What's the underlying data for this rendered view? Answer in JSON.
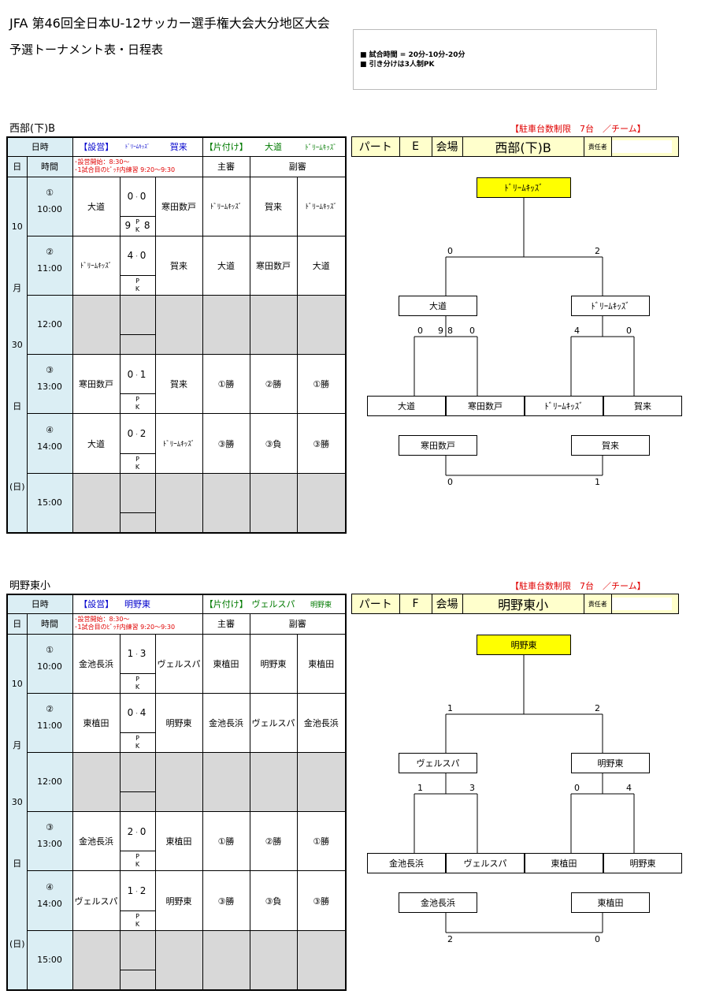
{
  "header": {
    "title": "JFA 第46回全日本U-12サッカー選手権大会大分地区大会",
    "subtitle": "予選トーナメント表・日程表",
    "notes": [
      "■ 試合時間 = 20分-10分-20分",
      "■ 引き分けは3人制PK"
    ]
  },
  "venues": [
    {
      "name": "西部(下)B",
      "parking": "【駐車台数制限　7台　／チーム】",
      "head": {
        "date_label": "日時",
        "setup_label": "【設営】",
        "setup_team": "ﾄﾞﾘｰﾑｷｯｽﾞ",
        "setup_team2": "賀来",
        "cleanup_label": "【片付け】",
        "cleanup_team": "大道",
        "cleanup_team2": "ﾄﾞﾘｰﾑｷｯｽﾞ",
        "day_label": "日",
        "time_label": "時間",
        "notes1": "･設営開始：8:30～",
        "notes2": "･1試合目のﾋﾟｯﾁ内練習 9:20～9:30",
        "referee_label": "主審",
        "assistant_label": "副審"
      },
      "date_col": [
        "10",
        "月",
        "30",
        "日",
        "(日)"
      ],
      "rows": [
        {
          "no": "①",
          "time": "10:00",
          "home": "大道",
          "s1": "0",
          "s2": "0",
          "pk1": "9",
          "pk2": "8",
          "away": "寒田数戸",
          "ref": "ﾄﾞﾘｰﾑｷｯｽﾞ",
          "a1": "賀来",
          "a2": "ﾄﾞﾘｰﾑｷｯｽﾞ"
        },
        {
          "no": "②",
          "time": "11:00",
          "home": "ﾄﾞﾘｰﾑｷｯｽﾞ",
          "s1": "4",
          "s2": "0",
          "pk1": "",
          "pk2": "",
          "away": "賀来",
          "ref": "大道",
          "a1": "寒田数戸",
          "a2": "大道"
        },
        {
          "no": "",
          "time": "12:00",
          "break": true
        },
        {
          "no": "③",
          "time": "13:00",
          "home": "寒田数戸",
          "s1": "0",
          "s2": "1",
          "pk1": "",
          "pk2": "",
          "away": "賀来",
          "ref": "①勝",
          "a1": "②勝",
          "a2": "①勝"
        },
        {
          "no": "④",
          "time": "14:00",
          "home": "大道",
          "s1": "0",
          "s2": "2",
          "pk1": "",
          "pk2": "",
          "away": "ﾄﾞﾘｰﾑｷｯｽﾞ",
          "ref": "③勝",
          "a1": "③負",
          "a2": "③勝"
        },
        {
          "no": "",
          "time": "15:00",
          "break": true
        }
      ],
      "info": {
        "part_label": "パート",
        "part": "E",
        "venue_label": "会場",
        "venue": "西部(下)B",
        "resp_label": "責任者",
        "resp": ""
      },
      "bracket": {
        "winner": "ﾄﾞﾘｰﾑｷｯｽﾞ",
        "final_scores": [
          "0",
          "2"
        ],
        "semis": [
          "大道",
          "ﾄﾞﾘｰﾑｷｯｽﾞ"
        ],
        "semi_scores": [
          "0",
          "9",
          "8",
          "0",
          "4",
          "0"
        ],
        "teams": [
          "大道",
          "寒田数戸",
          "ﾄﾞﾘｰﾑｷｯｽﾞ",
          "賀来"
        ],
        "third": [
          "寒田数戸",
          "賀来"
        ],
        "third_scores": [
          "0",
          "1"
        ]
      }
    },
    {
      "name": "明野東小",
      "parking": "【駐車台数制限　7台　／チーム】",
      "head": {
        "date_label": "日時",
        "setup_label": "【設営】",
        "setup_team": "明野東",
        "setup_team2": "",
        "cleanup_label": "【片付け】",
        "cleanup_team": "ヴェルスパ",
        "cleanup_team2": "明野東",
        "day_label": "日",
        "time_label": "時間",
        "notes1": "･設営開始：8:30～",
        "notes2": "･1試合目のﾋﾟｯﾁ内練習 9:20～9:30",
        "referee_label": "主審",
        "assistant_label": "副審"
      },
      "date_col": [
        "10",
        "月",
        "30",
        "日",
        "(日)"
      ],
      "rows": [
        {
          "no": "①",
          "time": "10:00",
          "home": "金池長浜",
          "s1": "1",
          "s2": "3",
          "pk1": "",
          "pk2": "",
          "away": "ヴェルスパ",
          "ref": "東植田",
          "a1": "明野東",
          "a2": "東植田"
        },
        {
          "no": "②",
          "time": "11:00",
          "home": "東植田",
          "s1": "0",
          "s2": "4",
          "pk1": "",
          "pk2": "",
          "away": "明野東",
          "ref": "金池長浜",
          "a1": "ヴェルスパ",
          "a2": "金池長浜"
        },
        {
          "no": "",
          "time": "12:00",
          "break": true
        },
        {
          "no": "③",
          "time": "13:00",
          "home": "金池長浜",
          "s1": "2",
          "s2": "0",
          "pk1": "",
          "pk2": "",
          "away": "東植田",
          "ref": "①勝",
          "a1": "②勝",
          "a2": "①勝"
        },
        {
          "no": "④",
          "time": "14:00",
          "home": "ヴェルスパ",
          "s1": "1",
          "s2": "2",
          "pk1": "",
          "pk2": "",
          "away": "明野東",
          "ref": "③勝",
          "a1": "③負",
          "a2": "③勝"
        },
        {
          "no": "",
          "time": "15:00",
          "break": true
        }
      ],
      "info": {
        "part_label": "パート",
        "part": "F",
        "venue_label": "会場",
        "venue": "明野東小",
        "resp_label": "責任者",
        "resp": ""
      },
      "bracket": {
        "winner": "明野東",
        "final_scores": [
          "1",
          "2"
        ],
        "semis": [
          "ヴェルスパ",
          "明野東"
        ],
        "semi_scores": [
          "1",
          "",
          "",
          "3",
          "0",
          "4"
        ],
        "teams": [
          "金池長浜",
          "ヴェルスパ",
          "東植田",
          "明野東"
        ],
        "third": [
          "金池長浜",
          "東植田"
        ],
        "third_scores": [
          "2",
          "0"
        ]
      }
    }
  ],
  "pk_label_p": "P",
  "pk_label_k": "K",
  "score_sep": "･",
  "colors": {
    "header_blue": "#dbeef4",
    "break_gray": "#d8d8d8",
    "winner_yellow": "#ffff00",
    "info_yellow": "#ffffcc",
    "red": "#e00000"
  }
}
